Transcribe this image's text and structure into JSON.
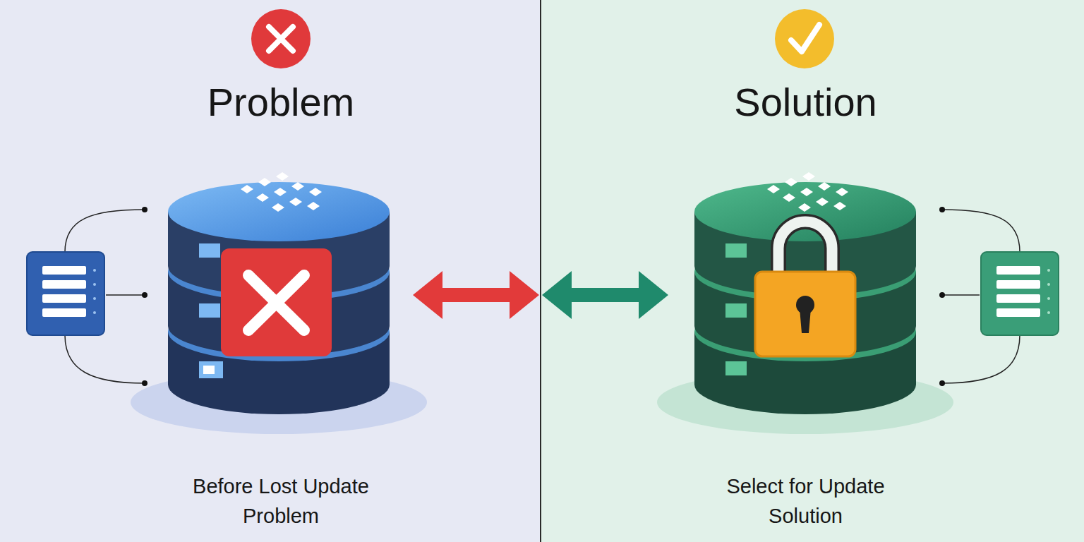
{
  "diagram": {
    "nodes": [
      {
        "text": [
          "Problem",
          "Before Lost Update Problem"
        ]
      },
      {
        "text": [
          "Solution",
          "Select for Update Solution"
        ]
      }
    ]
  }
}
